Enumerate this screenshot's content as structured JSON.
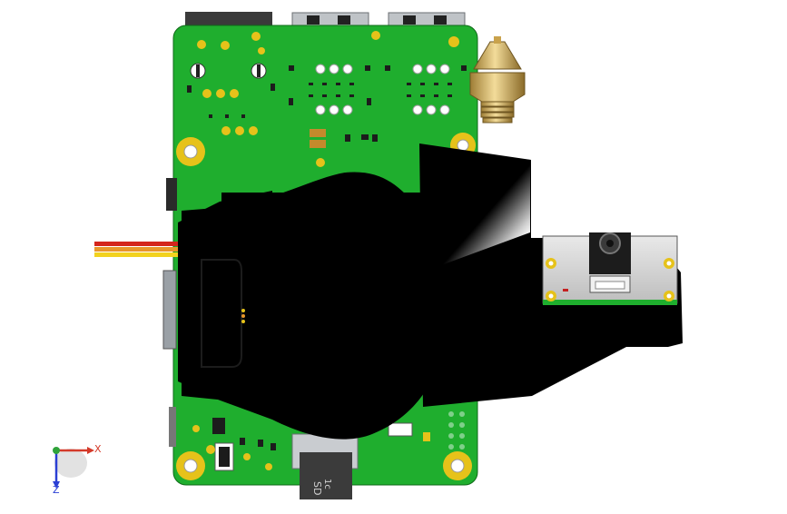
{
  "viewport": {
    "background": "#ffffff"
  },
  "triad": {
    "x_label": "X",
    "z_label": "Z",
    "x_color": "#d43a2a",
    "y_color": "#2fa33a",
    "z_color": "#2a3fd4"
  },
  "model": {
    "board_color": "#1fae2e",
    "pad_color": "#e6c21a",
    "body_color": "#000000",
    "nozzle_color": "#d9b45a",
    "sd_label": "SD",
    "sd_sub_label": "1c",
    "wires": [
      "#d4251c",
      "#e8962a",
      "#f2d21e"
    ]
  }
}
